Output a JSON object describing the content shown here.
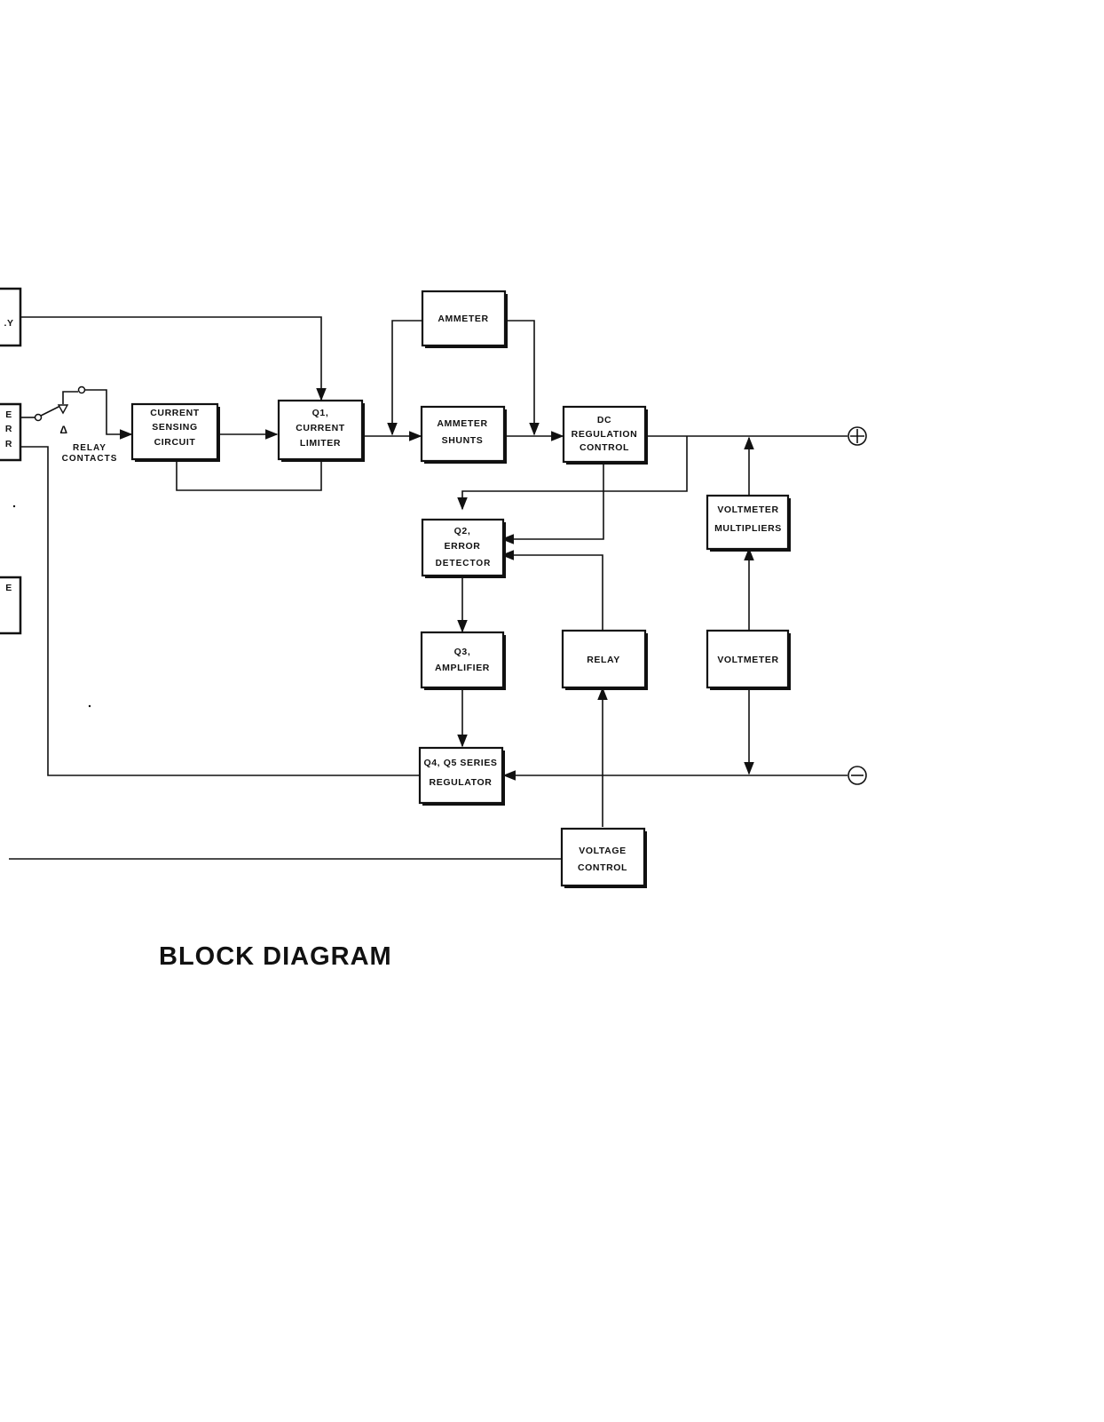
{
  "title": "BLOCK DIAGRAM",
  "blocks": {
    "partial_top": ".Y",
    "partial_mid": [
      "E",
      "R",
      "R"
    ],
    "partial_low": "E",
    "current_sensing": [
      "CURRENT",
      "SENSING",
      "CIRCUIT"
    ],
    "q1": [
      "Q1,",
      "CURRENT",
      "LIMITER"
    ],
    "ammeter": "AMMETER",
    "ammeter_shunts": [
      "AMMETER",
      "SHUNTS"
    ],
    "dc_regulation": [
      "DC",
      "REGULATION",
      "CONTROL"
    ],
    "q2": [
      "Q2,",
      "ERROR",
      "DETECTOR"
    ],
    "voltmeter_multipliers": [
      "VOLTMETER",
      "MULTIPLIERS"
    ],
    "q3": [
      "Q3,",
      "AMPLIFIER"
    ],
    "relay": "RELAY",
    "voltmeter": "VOLTMETER",
    "q4q5": [
      "Q4, Q5 SERIES",
      "REGULATOR"
    ],
    "voltage_control": [
      "VOLTAGE",
      "CONTROL"
    ]
  },
  "relay_contacts": [
    "RELAY",
    "CONTACTS"
  ],
  "delta_symbol": "Δ",
  "terminals": {
    "positive": "+",
    "negative": "−"
  }
}
